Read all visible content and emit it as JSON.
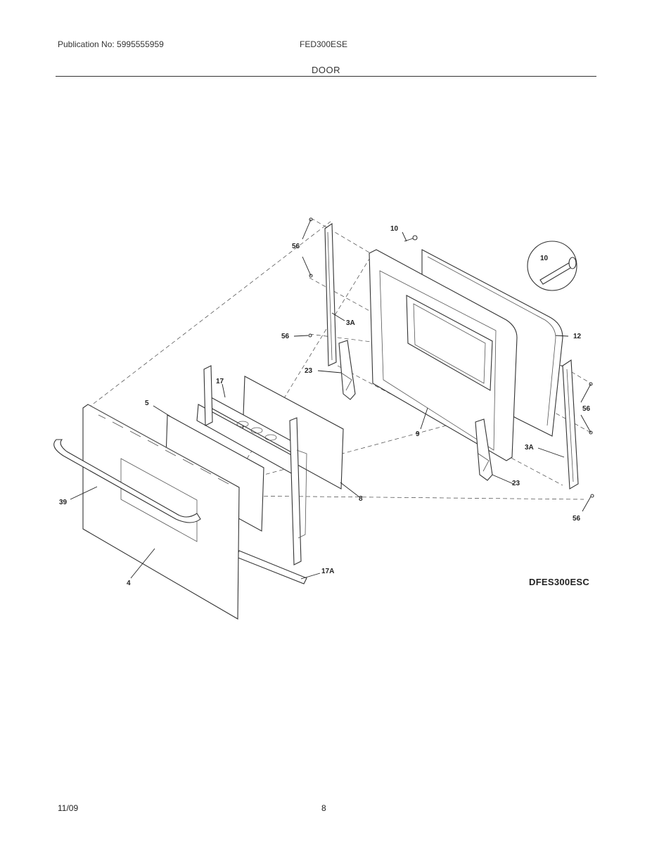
{
  "header": {
    "publication": "Publication No: 5995555959",
    "model": "FED300ESE",
    "section": "DOOR"
  },
  "diagram": {
    "code": "DFES300ESC",
    "part_labels": {
      "p56a": "56",
      "p10": "10",
      "p10inset": "10",
      "p3a_top": "3A",
      "p56b": "56",
      "p12": "12",
      "p23a": "23",
      "p17": "17",
      "p5": "5",
      "p56c": "56",
      "p9": "9",
      "p3a_right": "3A",
      "p23b": "23",
      "p39": "39",
      "p8": "8",
      "p56d": "56",
      "p17a": "17A",
      "p4": "4"
    }
  },
  "footer": {
    "date": "11/09",
    "page": "8"
  }
}
